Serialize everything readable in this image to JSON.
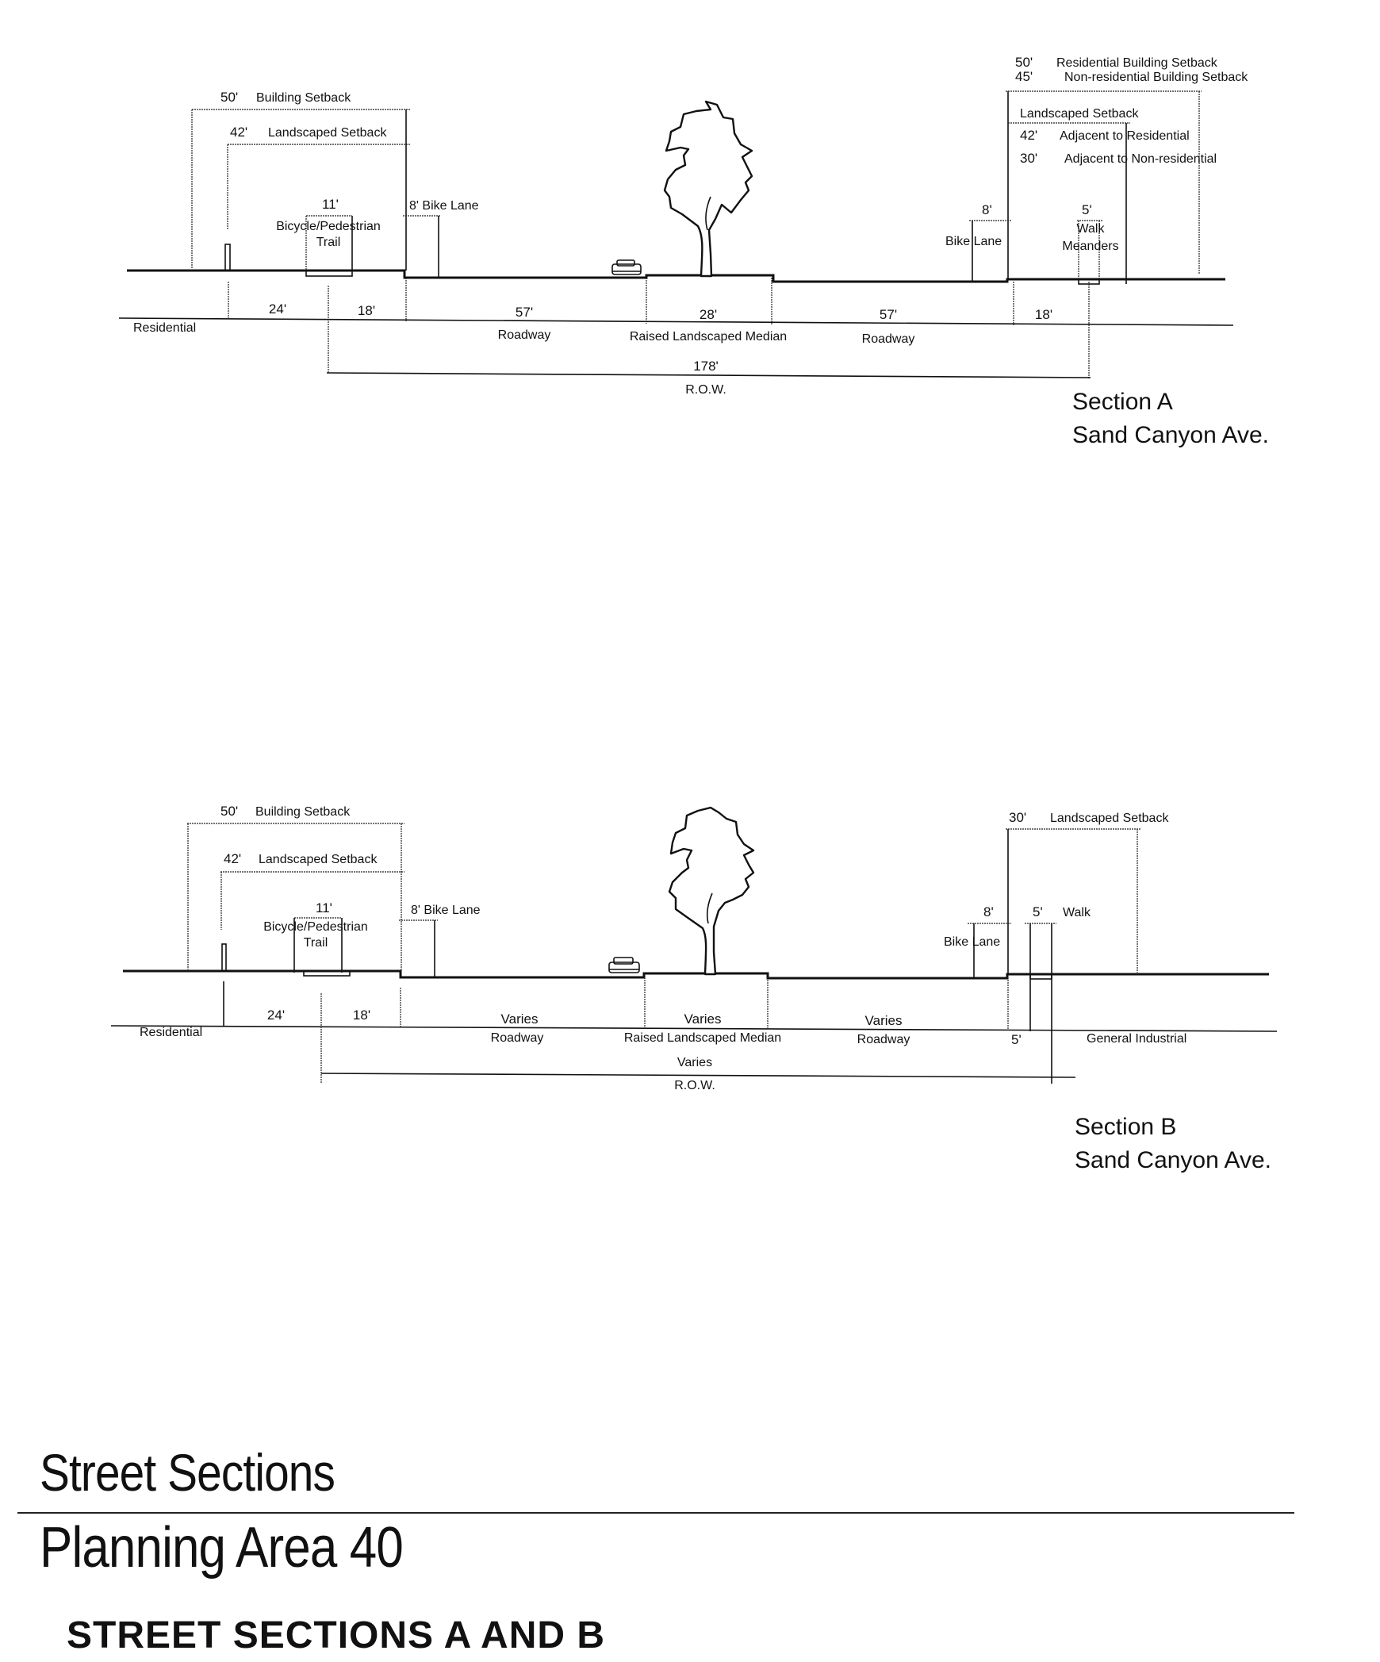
{
  "document": {
    "title": "Street Sections",
    "subtitle": "Planning Area 40",
    "caption": "STREET SECTIONS A AND B"
  },
  "section_a": {
    "name": "Section A",
    "street": "Sand Canyon Ave.",
    "left": {
      "building_setback_dim": "50'",
      "building_setback_label": "Building Setback",
      "landscaped_setback_dim": "42'",
      "landscaped_setback_label": "Landscaped Setback",
      "trail_dim": "11'",
      "trail_label_1": "Bicycle/Pedestrian",
      "trail_label_2": "Trail",
      "bike_lane": "8' Bike Lane",
      "land_use": "Residential"
    },
    "right": {
      "res_setback_dim": "50'",
      "res_setback_label": "Residential Building Setback",
      "nonres_setback_dim": "45'",
      "nonres_setback_label": "Non-residential Building Setback",
      "landscaped_setback_label": "Landscaped Setback",
      "adj_res_dim": "42'",
      "adj_res_label": "Adjacent to Residential",
      "adj_nonres_dim": "30'",
      "adj_nonres_label": "Adjacent to Non-residential",
      "bike_lane_dim": "8'",
      "bike_lane_label": "Bike Lane",
      "walk_dim": "5'",
      "walk_label_1": "Walk",
      "walk_label_2": "Meanders"
    },
    "dims": [
      "24'",
      "18'",
      "57'",
      "28'",
      "57'",
      "18'"
    ],
    "dim_labels": {
      "roadway_left": "Roadway",
      "median": "Raised Landscaped Median",
      "roadway_right": "Roadway"
    },
    "row_dim": "178'",
    "row_label": "R.O.W."
  },
  "section_b": {
    "name": "Section B",
    "street": "Sand Canyon Ave.",
    "left": {
      "building_setback_dim": "50'",
      "building_setback_label": "Building Setback",
      "landscaped_setback_dim": "42'",
      "landscaped_setback_label": "Landscaped Setback",
      "trail_dim": "11'",
      "trail_label_1": "Bicycle/Pedestrian",
      "trail_label_2": "Trail",
      "bike_lane": "8' Bike Lane",
      "land_use": "Residential"
    },
    "right": {
      "landscaped_setback_dim": "30'",
      "landscaped_setback_label": "Landscaped Setback",
      "bike_lane_dim": "8'",
      "bike_lane_label": "Bike Lane",
      "walk_dim": "5'",
      "walk_label": "Walk",
      "parkway_dim": "5'",
      "land_use": "General Industrial"
    },
    "dims": [
      "24'",
      "18'",
      "Varies",
      "Varies",
      "Varies"
    ],
    "dim_labels": {
      "roadway_left": "Roadway",
      "median": "Raised Landscaped Median",
      "roadway_right": "Roadway"
    },
    "row_dim": "Varies",
    "row_label": "R.O.W."
  }
}
